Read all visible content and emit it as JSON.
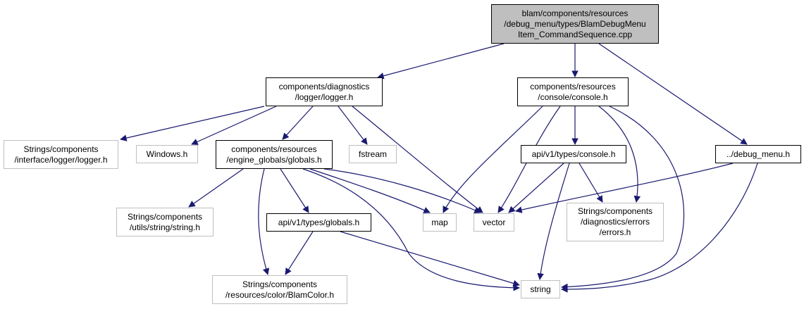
{
  "colors": {
    "edge": "#191970",
    "root_fill": "#bfbfbf",
    "node_border": "#000000",
    "external_border": "#bfbfbf"
  },
  "nodes": {
    "root": {
      "lines": [
        "blam/components/resources",
        "/debug_menu/types/BlamDebugMenu",
        "Item_CommandSequence.cpp"
      ]
    },
    "logger": {
      "lines": [
        "components/diagnostics",
        "/logger/logger.h"
      ]
    },
    "console": {
      "lines": [
        "components/resources",
        "/console/console.h"
      ]
    },
    "debug_menu": {
      "lines": [
        "../debug_menu.h"
      ]
    },
    "strings_logger": {
      "lines": [
        "Strings/components",
        "/interface/logger/logger.h"
      ]
    },
    "windows": {
      "lines": [
        "Windows.h"
      ]
    },
    "globals": {
      "lines": [
        "components/resources",
        "/engine_globals/globals.h"
      ]
    },
    "fstream": {
      "lines": [
        "fstream"
      ]
    },
    "api_console": {
      "lines": [
        "api/v1/types/console.h"
      ]
    },
    "strings_string": {
      "lines": [
        "Strings/components",
        "/utils/string/string.h"
      ]
    },
    "api_globals": {
      "lines": [
        "api/v1/types/globals.h"
      ]
    },
    "map": {
      "lines": [
        "map"
      ]
    },
    "vector": {
      "lines": [
        "vector"
      ]
    },
    "strings_errors": {
      "lines": [
        "Strings/components",
        "/diagnostics/errors",
        "/errors.h"
      ]
    },
    "strings_color": {
      "lines": [
        "Strings/components",
        "/resources/color/BlamColor.h"
      ]
    },
    "string": {
      "lines": [
        "string"
      ]
    }
  }
}
